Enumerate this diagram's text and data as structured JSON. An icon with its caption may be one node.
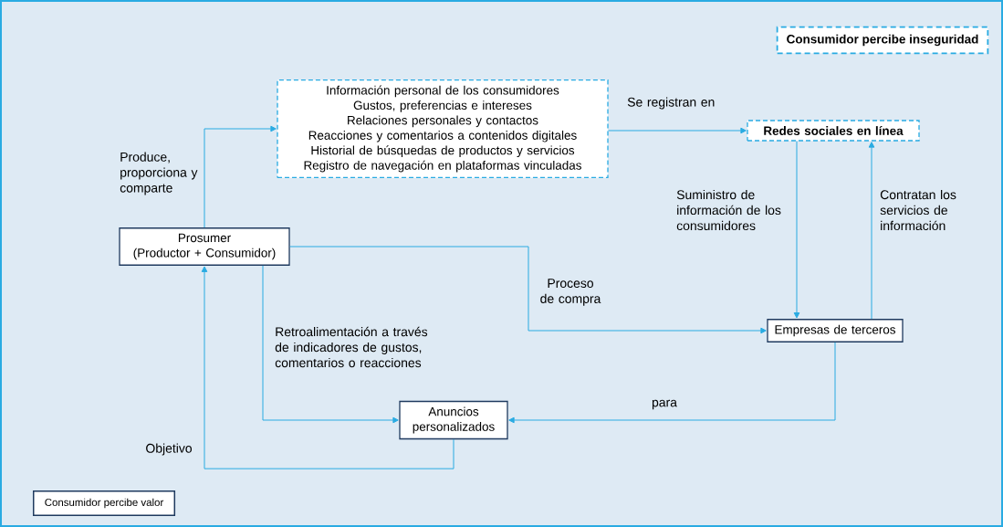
{
  "diagram": {
    "nodes": [
      {
        "text": [
          "Información personal de los consumidores",
          "Gustos, preferencias e intereses",
          "Relaciones personales y contactos",
          "Reacciones y comentarios a contenidos digitales",
          "Historial de búsquedas de productos y servicios",
          "Registro de navegación en plataformas vinculadas"
        ]
      },
      {
        "text": [
          "Redes sociales en línea"
        ]
      },
      {
        "text": [
          "Prosumer",
          "(Productor + Consumidor)"
        ]
      },
      {
        "text": [
          "Empresas de terceros"
        ]
      },
      {
        "text": [
          "Anuncios personalizados"
        ]
      }
    ],
    "edges": [
      {
        "from": 2,
        "to": 0,
        "arrow": "to",
        "label": "Produce, proporciona y comparte"
      },
      {
        "from": 0,
        "to": 1,
        "arrow": "to",
        "label": "Se registran en"
      },
      {
        "from": 1,
        "to": 3,
        "arrow": "to",
        "label": "Suministro de información de los consumidores"
      },
      {
        "from": 3,
        "to": 1,
        "arrow": "to",
        "label": "Contratan los servicios de información"
      },
      {
        "from": 2,
        "to": 3,
        "arrow": "to",
        "label": "Proceso de compra"
      },
      {
        "from": 2,
        "to": 4,
        "arrow": "to",
        "label": "Retroalimentación a través de indicadores de gustos, comentarios o reacciones"
      },
      {
        "from": 3,
        "to": 4,
        "arrow": "to",
        "label": "para"
      },
      {
        "from": 4,
        "to": 2,
        "arrow": "to",
        "label": "Objetivo"
      }
    ],
    "legend": [
      {
        "text": "Consumidor percibe inseguridad"
      },
      {
        "text": "Consumidor percibe valor"
      }
    ]
  }
}
